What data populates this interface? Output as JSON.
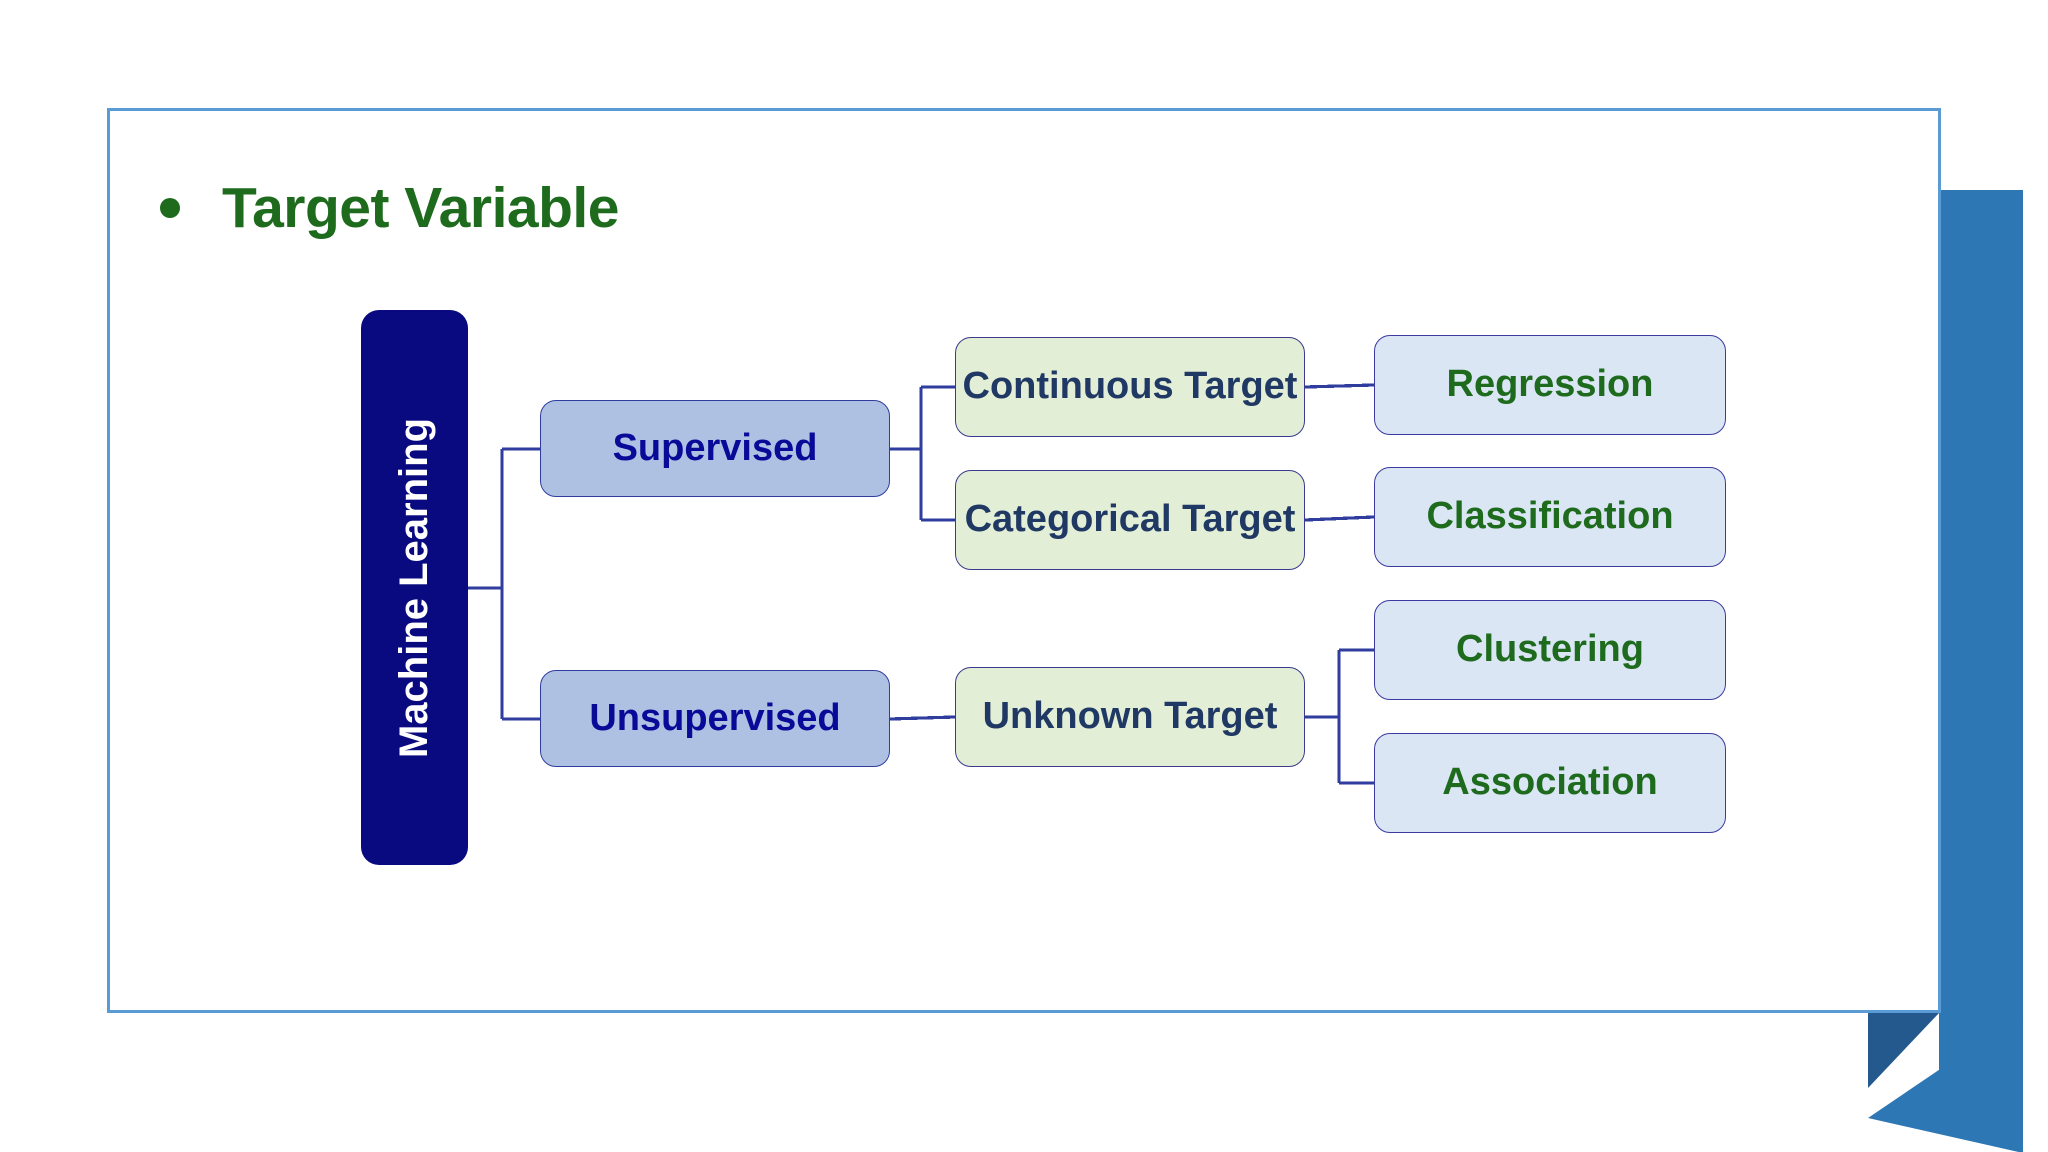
{
  "slide": {
    "title": "Target Variable",
    "bullet_glyph": "•",
    "frame_border_color": "#5B9BD5",
    "accent_panel_color": "#2E77B5",
    "accent_panel_shadow_color": "#23598C"
  },
  "diagram": {
    "type": "hierarchy",
    "root": {
      "label": "Machine Learning",
      "fill": "#0A0A80",
      "text_color": "#FFFFFF",
      "orientation": "vertical"
    },
    "level1": [
      {
        "label": "Supervised",
        "fill": "#AFC1E3",
        "text_color": "#0A0A99"
      },
      {
        "label": "Unsupervised",
        "fill": "#AFC1E3",
        "text_color": "#0A0A99"
      }
    ],
    "level2": [
      {
        "label": "Continuous Target",
        "fill": "#E2EED5",
        "text_color": "#203864",
        "parent": "Supervised"
      },
      {
        "label": "Categorical Target",
        "fill": "#E2EED5",
        "text_color": "#203864",
        "parent": "Supervised"
      },
      {
        "label": "Unknown Target",
        "fill": "#E2EED5",
        "text_color": "#203864",
        "parent": "Unsupervised"
      }
    ],
    "level3": [
      {
        "label": "Regression",
        "fill": "#DBE6F5",
        "text_color": "#1E6B1E",
        "parent": "Continuous Target"
      },
      {
        "label": "Classification",
        "fill": "#DBE6F5",
        "text_color": "#1E6B1E",
        "parent": "Categorical Target"
      },
      {
        "label": "Clustering",
        "fill": "#DBE6F5",
        "text_color": "#1E6B1E",
        "parent": "Unknown Target"
      },
      {
        "label": "Association",
        "fill": "#DBE6F5",
        "text_color": "#1E6B1E",
        "parent": "Unknown Target"
      }
    ],
    "connector_color": "#2F3E9E"
  }
}
